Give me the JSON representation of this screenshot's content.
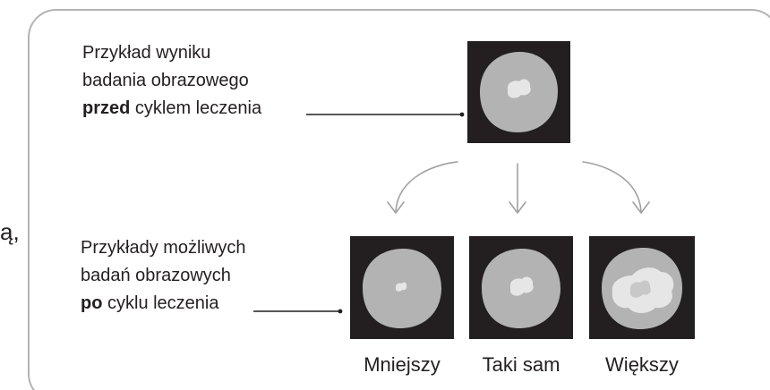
{
  "margin_fragment": "ą,",
  "before_caption": {
    "line1": "Przykład wyniku",
    "line2": "badania obrazowego",
    "line3_bold": "przed",
    "line3_rest": " cyklem leczenia"
  },
  "after_caption": {
    "line1": "Przykłady możliwych",
    "line2": "badań obrazowych",
    "line3_bold": "po",
    "line3_rest": " cyklu leczenia"
  },
  "outcomes": {
    "smaller": "Mniejszy",
    "same": "Taki sam",
    "larger": "Większy"
  },
  "colors": {
    "scan_background": "#231f20",
    "organ": "#b3b3b3",
    "lesion": "#e6e6e6",
    "frame_border": "#b3b3b3",
    "arrow": "#a0a0a0",
    "leader_line": "#231f20"
  }
}
